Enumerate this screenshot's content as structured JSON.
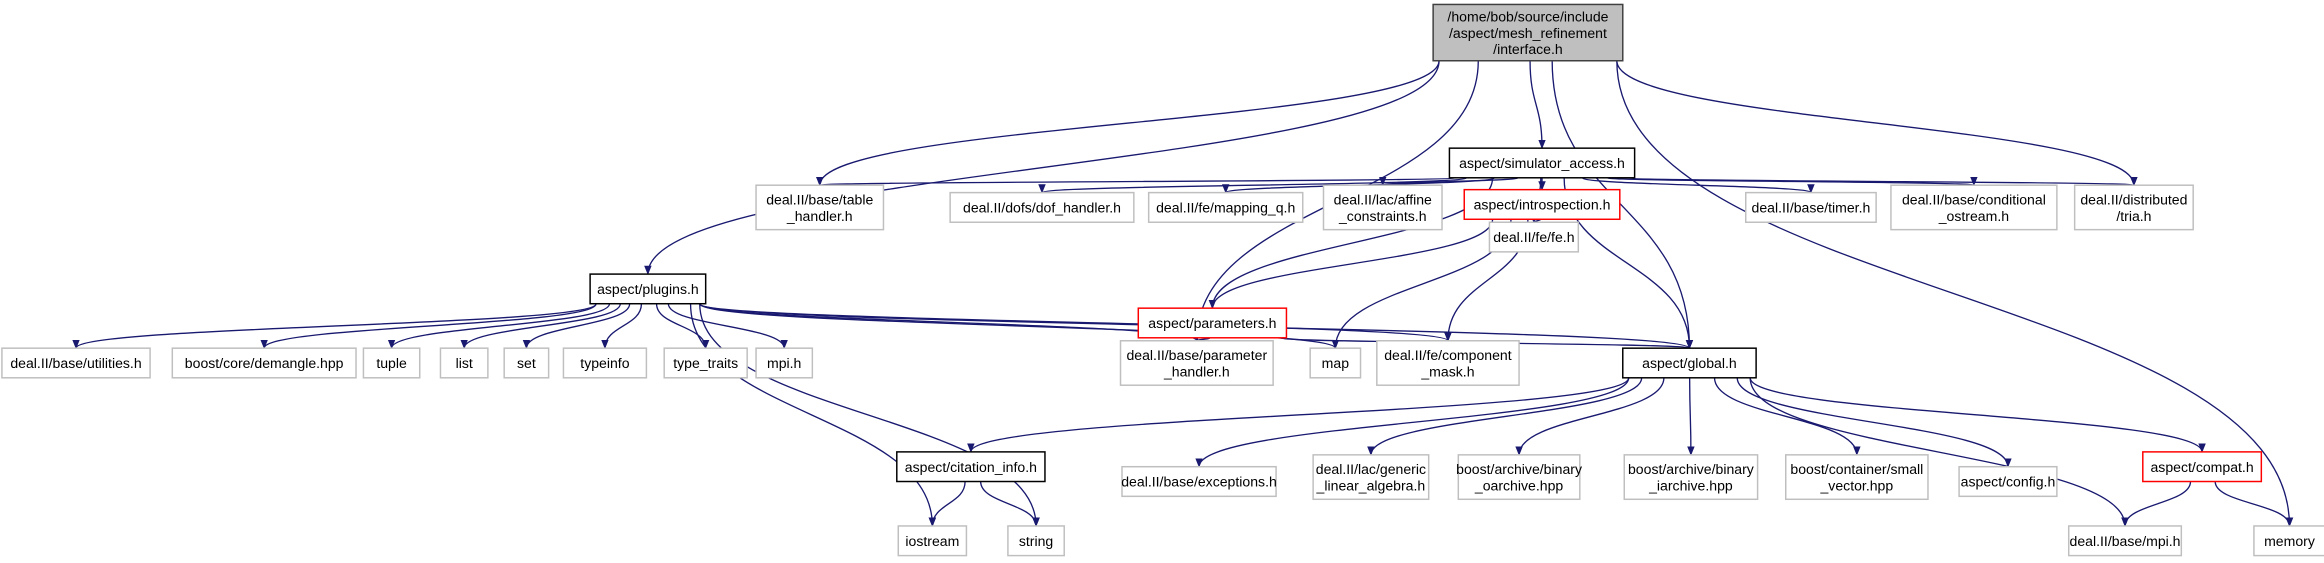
{
  "graph": {
    "edge_color": "#191970",
    "nodes": [
      {
        "id": "interface",
        "lines": [
          "/home/bob/source/include",
          "/aspect/mesh_refinement",
          "/interface.h"
        ],
        "kind": "root"
      },
      {
        "id": "simulator_access",
        "lines": [
          "aspect/simulator_access.h"
        ],
        "kind": "doc"
      },
      {
        "id": "plugins",
        "lines": [
          "aspect/plugins.h"
        ],
        "kind": "doc"
      },
      {
        "id": "table_handler",
        "lines": [
          "deal.II/base/table",
          "_handler.h"
        ],
        "kind": "ext"
      },
      {
        "id": "dof_handler",
        "lines": [
          "deal.II/dofs/dof_handler.h"
        ],
        "kind": "ext"
      },
      {
        "id": "mapping_q",
        "lines": [
          "deal.II/fe/mapping_q.h"
        ],
        "kind": "ext"
      },
      {
        "id": "affine_constraints",
        "lines": [
          "deal.II/lac/affine",
          "_constraints.h"
        ],
        "kind": "ext"
      },
      {
        "id": "introspection",
        "lines": [
          "aspect/introspection.h"
        ],
        "kind": "trunc"
      },
      {
        "id": "timer",
        "lines": [
          "deal.II/base/timer.h"
        ],
        "kind": "ext"
      },
      {
        "id": "conditional_ostream",
        "lines": [
          "deal.II/base/conditional",
          "_ostream.h"
        ],
        "kind": "ext"
      },
      {
        "id": "tria",
        "lines": [
          "deal.II/distributed",
          "/tria.h"
        ],
        "kind": "ext"
      },
      {
        "id": "fe",
        "lines": [
          "deal.II/fe/fe.h"
        ],
        "kind": "ext"
      },
      {
        "id": "parameters",
        "lines": [
          "aspect/parameters.h"
        ],
        "kind": "trunc"
      },
      {
        "id": "utilities",
        "lines": [
          "deal.II/base/utilities.h"
        ],
        "kind": "ext"
      },
      {
        "id": "demangle",
        "lines": [
          "boost/core/demangle.hpp"
        ],
        "kind": "ext"
      },
      {
        "id": "tuple",
        "lines": [
          "tuple"
        ],
        "kind": "ext"
      },
      {
        "id": "list",
        "lines": [
          "list"
        ],
        "kind": "ext"
      },
      {
        "id": "set",
        "lines": [
          "set"
        ],
        "kind": "ext"
      },
      {
        "id": "typeinfo",
        "lines": [
          "typeinfo"
        ],
        "kind": "ext"
      },
      {
        "id": "type_traits",
        "lines": [
          "type_traits"
        ],
        "kind": "ext"
      },
      {
        "id": "mpi_h",
        "lines": [
          "mpi.h"
        ],
        "kind": "ext"
      },
      {
        "id": "parameter_handler",
        "lines": [
          "deal.II/base/parameter",
          "_handler.h"
        ],
        "kind": "ext"
      },
      {
        "id": "map",
        "lines": [
          "map"
        ],
        "kind": "ext"
      },
      {
        "id": "component_mask",
        "lines": [
          "deal.II/fe/component",
          "_mask.h"
        ],
        "kind": "ext"
      },
      {
        "id": "global",
        "lines": [
          "aspect/global.h"
        ],
        "kind": "doc"
      },
      {
        "id": "citation_info",
        "lines": [
          "aspect/citation_info.h"
        ],
        "kind": "doc"
      },
      {
        "id": "exceptions",
        "lines": [
          "deal.II/base/exceptions.h"
        ],
        "kind": "ext"
      },
      {
        "id": "generic",
        "lines": [
          "deal.II/lac/generic",
          "_linear_algebra.h"
        ],
        "kind": "ext"
      },
      {
        "id": "oarchive",
        "lines": [
          "boost/archive/binary",
          "_oarchive.hpp"
        ],
        "kind": "ext"
      },
      {
        "id": "iarchive",
        "lines": [
          "boost/archive/binary",
          "_iarchive.hpp"
        ],
        "kind": "ext"
      },
      {
        "id": "small_vector",
        "lines": [
          "boost/container/small",
          "_vector.hpp"
        ],
        "kind": "ext"
      },
      {
        "id": "config",
        "lines": [
          "aspect/config.h"
        ],
        "kind": "ext"
      },
      {
        "id": "compat",
        "lines": [
          "aspect/compat.h"
        ],
        "kind": "trunc"
      },
      {
        "id": "iostream",
        "lines": [
          "iostream"
        ],
        "kind": "ext"
      },
      {
        "id": "string",
        "lines": [
          "string"
        ],
        "kind": "ext"
      },
      {
        "id": "base_mpi",
        "lines": [
          "deal.II/base/mpi.h"
        ],
        "kind": "ext"
      },
      {
        "id": "memory",
        "lines": [
          "memory"
        ],
        "kind": "ext"
      }
    ],
    "edges": [
      [
        "interface",
        "plugins"
      ],
      [
        "interface",
        "table_handler"
      ],
      [
        "interface",
        "parameter_handler"
      ],
      [
        "interface",
        "simulator_access"
      ],
      [
        "interface",
        "tria"
      ],
      [
        "interface",
        "global"
      ],
      [
        "interface",
        "memory"
      ],
      [
        "simulator_access",
        "table_handler"
      ],
      [
        "simulator_access",
        "parameters"
      ],
      [
        "simulator_access",
        "dof_handler"
      ],
      [
        "simulator_access",
        "mapping_q"
      ],
      [
        "simulator_access",
        "affine_constraints"
      ],
      [
        "simulator_access",
        "introspection"
      ],
      [
        "simulator_access",
        "fe"
      ],
      [
        "simulator_access",
        "global"
      ],
      [
        "simulator_access",
        "timer"
      ],
      [
        "simulator_access",
        "conditional_ostream"
      ],
      [
        "simulator_access",
        "tria"
      ],
      [
        "introspection",
        "parameters"
      ],
      [
        "introspection",
        "fe"
      ],
      [
        "introspection",
        "map"
      ],
      [
        "introspection",
        "component_mask"
      ],
      [
        "parameters",
        "parameter_handler"
      ],
      [
        "parameters",
        "global"
      ],
      [
        "plugins",
        "utilities"
      ],
      [
        "plugins",
        "demangle"
      ],
      [
        "plugins",
        "tuple"
      ],
      [
        "plugins",
        "list"
      ],
      [
        "plugins",
        "set"
      ],
      [
        "plugins",
        "typeinfo"
      ],
      [
        "plugins",
        "type_traits"
      ],
      [
        "plugins",
        "mpi_h"
      ],
      [
        "plugins",
        "iostream"
      ],
      [
        "plugins",
        "string"
      ],
      [
        "plugins",
        "parameter_handler"
      ],
      [
        "plugins",
        "map"
      ],
      [
        "plugins",
        "component_mask"
      ],
      [
        "plugins",
        "global"
      ],
      [
        "global",
        "citation_info"
      ],
      [
        "global",
        "exceptions"
      ],
      [
        "global",
        "generic"
      ],
      [
        "global",
        "oarchive"
      ],
      [
        "global",
        "iarchive"
      ],
      [
        "global",
        "small_vector"
      ],
      [
        "global",
        "config"
      ],
      [
        "global",
        "compat"
      ],
      [
        "global",
        "base_mpi"
      ],
      [
        "citation_info",
        "iostream"
      ],
      [
        "citation_info",
        "string"
      ],
      [
        "compat",
        "base_mpi"
      ],
      [
        "compat",
        "memory"
      ]
    ]
  }
}
